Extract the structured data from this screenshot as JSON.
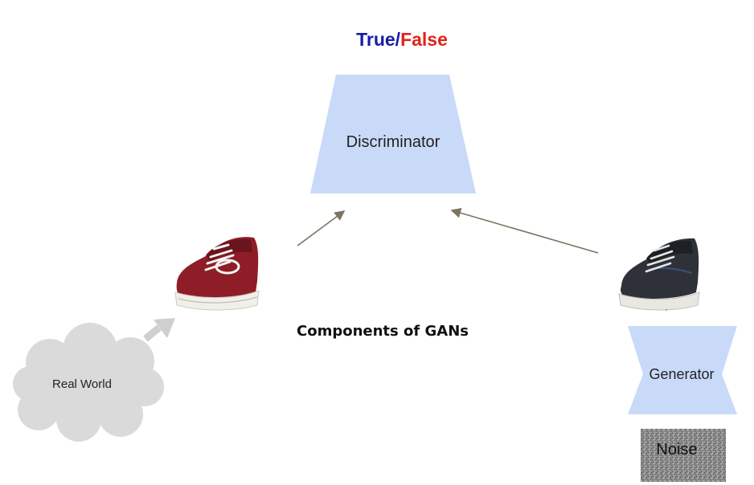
{
  "verdict": {
    "true_label": "True",
    "separator": "/",
    "false_label": "False",
    "true_color": "#1a1aa6",
    "false_color": "#e0241c"
  },
  "discriminator": {
    "label": "Discriminator",
    "fill": "#c9daf8"
  },
  "generator": {
    "label": "Generator",
    "fill": "#c9daf8"
  },
  "noise": {
    "label": "Noise"
  },
  "real_world": {
    "label": "Real World",
    "fill": "#dadada"
  },
  "caption": "Components of GANs",
  "icons": {
    "real_shoe": "red-sneaker-icon",
    "fake_shoe": "dark-sneaker-icon",
    "cloud": "cloud-icon"
  },
  "colors": {
    "arrow": "#7b7462",
    "real_shoe_body": "#8e1d27",
    "fake_shoe_body": "#2e3238"
  }
}
